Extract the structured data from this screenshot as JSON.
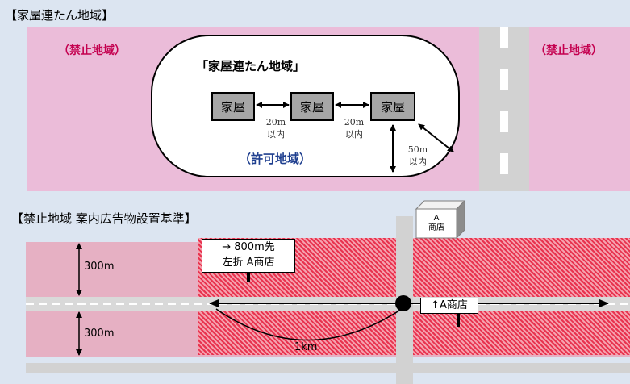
{
  "top_section": {
    "heading": "【家屋連たん地域】",
    "prohibited_left": "（禁止地域）",
    "prohibited_right": "（禁止地域）",
    "inner_title": "「家屋連たん地域」",
    "permitted": "（許可地域）",
    "houses": [
      "家屋",
      "家屋",
      "家屋"
    ],
    "dist_1": [
      "20m",
      "以内"
    ],
    "dist_2": [
      "20m",
      "以内"
    ],
    "dist_3": [
      "50m",
      "以内"
    ]
  },
  "bottom_section": {
    "heading": "【禁止地域 案内広告物設置基準】",
    "shop": [
      "A",
      "商店"
    ],
    "sign_left": [
      "→ 800m先",
      "左折 A商店"
    ],
    "sign_right": "↑A商店",
    "dist_top": "300m",
    "dist_bottom": "300m",
    "dist_span": "1km"
  },
  "colors": {
    "background": "#dce5f1",
    "pink_zone": "#ebbcd9",
    "red_text": "#c4004f",
    "blue_text": "#1f3f8f",
    "hatched_zone": "#e8334f",
    "road": "#d2d2d2"
  }
}
